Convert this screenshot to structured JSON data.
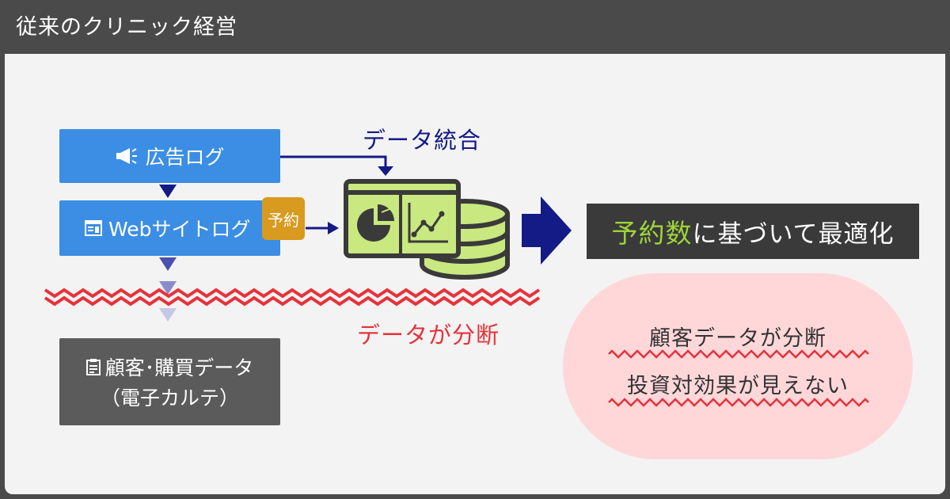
{
  "header": {
    "title": "従来のクリニック経営"
  },
  "sources": {
    "ad_log": "広告ログ",
    "web_log": "Webサイトログ",
    "reservation_badge": "予約",
    "customer_data_line1": "顧客･購買データ",
    "customer_data_line2": "（電子カルテ）"
  },
  "labels": {
    "integration": "データ統合",
    "split": "データが分断"
  },
  "result": {
    "highlight": "予約数",
    "rest": "に基づいて最適化"
  },
  "problems": [
    "顧客データが分断",
    "投資対効果が見えない"
  ],
  "colors": {
    "header_bg": "#4a4a4a",
    "panel_bg": "#f3f3f3",
    "source_blue": "#3b8ee3",
    "navy": "#141a86",
    "accent_red": "#e8313a",
    "dashboard_green": "#c9e87f",
    "badge_orange": "#d89a1f",
    "result_bg": "#3a3a3a",
    "highlight_green": "#9ed43a",
    "problem_pink": "#ffd7d9"
  },
  "icons": [
    "megaphone-icon",
    "browser-window-icon",
    "clipboard-icon",
    "dashboard-icon",
    "database-icon",
    "arrow-right-icon"
  ]
}
